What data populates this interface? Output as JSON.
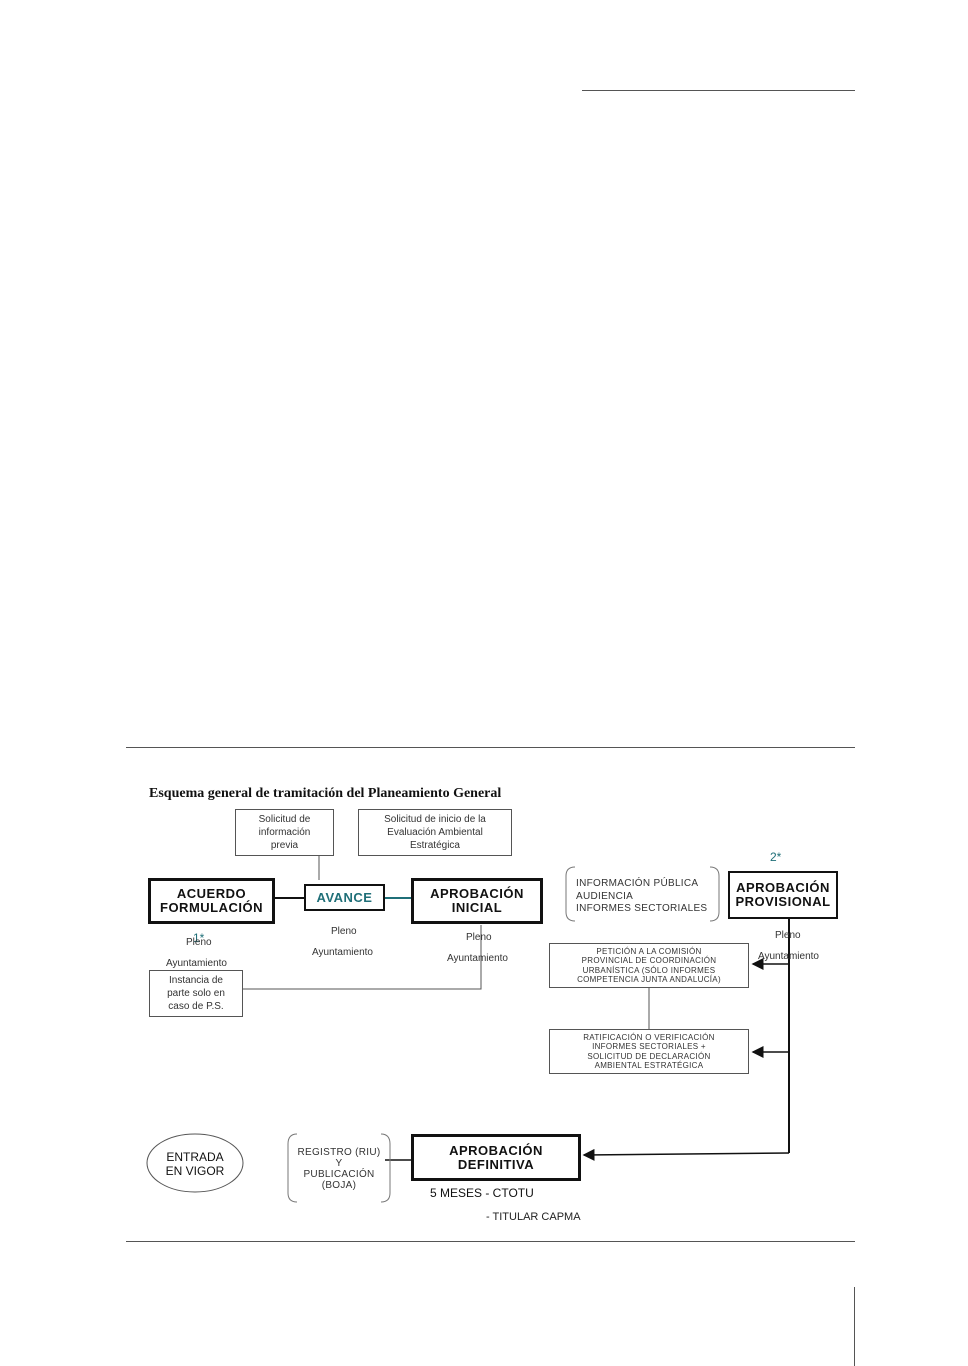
{
  "diagram": {
    "title": "Esquema general de tramitación del Planeamiento General",
    "boxes": {
      "solicitud_info": "Solicitud de\ninformación\nprevia",
      "solicitud_eae": "Solicitud de inicio de la\nEvaluación Ambiental\nEstratégica",
      "acuerdo": "ACUERDO\nFORMULACIÓN",
      "avance": "AVANCE",
      "aprob_inicial": "APROBACIÓN\nINICIAL",
      "aprob_provisional": "APROBACIÓN\nPROVISIONAL",
      "instancia": "Instancia de\nparte solo en\ncaso de P.S.",
      "peticion": "PETICIÓN A LA COMISIÓN\nPROVINCIAL DE COORDINACIÓN\nURBANÍSTICA (SÓLO INFORMES\nCOMPETENCIA JUNTA ANDALUCÍA)",
      "ratificacion": "RATIFICACIÓN O VERIFICACIÓN\nINFORMES SECTORIALES +\nSOLICITUD DE DECLARACIÓN\nAMBIENTAL ESTRATÉGICA",
      "aprob_definitiva": "APROBACIÓN\nDEFINITIVA",
      "entrada_vigor": "ENTRADA\nEN VIGOR"
    },
    "labels": {
      "pleno_1": "Pleno",
      "ayto_1": "Ayuntamiento",
      "pleno_2": "Pleno",
      "ayto_2": "Ayuntamiento",
      "pleno_3": "Pleno",
      "ayto_3": "Ayuntamiento",
      "pleno_4": "Pleno",
      "ayto_4": "Ayuntamiento",
      "note_1": "1*",
      "note_2": "2*",
      "info_publica": "INFORMACIÓN PÚBLICA\nAUDIENCIA\nINFORMES SECTORIALES",
      "registro": "REGISTRO (RIU)\nY\nPUBLICACIÓN\n(BOJA)",
      "plazo": "5 MESES  - CTOTU",
      "titular": "- TITULAR CAPMA"
    },
    "colors": {
      "accent": "#1f6f78",
      "line": "#555555",
      "strong": "#111111"
    }
  }
}
